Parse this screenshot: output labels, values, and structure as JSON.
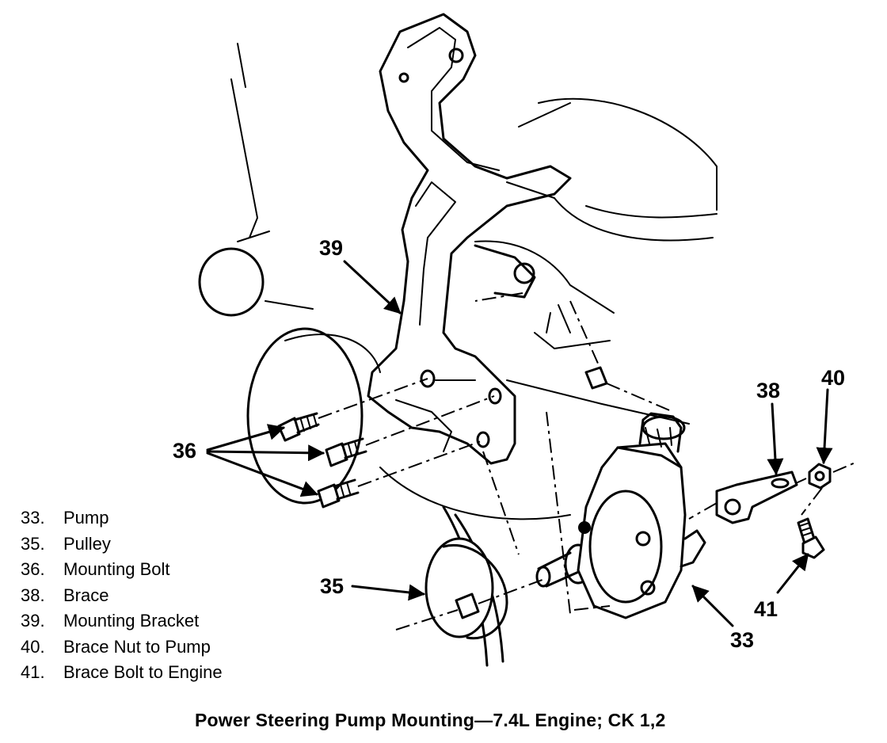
{
  "callouts": {
    "c39": "39",
    "c36": "36",
    "c35": "35",
    "c38": "38",
    "c40": "40",
    "c41": "41",
    "c33": "33"
  },
  "legend": [
    {
      "num": "33.",
      "label": "Pump"
    },
    {
      "num": "35.",
      "label": "Pulley"
    },
    {
      "num": "36.",
      "label": "Mounting Bolt"
    },
    {
      "num": "38.",
      "label": "Brace"
    },
    {
      "num": "39.",
      "label": "Mounting Bracket"
    },
    {
      "num": "40.",
      "label": "Brace Nut to Pump"
    },
    {
      "num": "41.",
      "label": "Brace Bolt to Engine"
    }
  ],
  "caption": "Power Steering Pump Mounting—7.4L Engine; CK 1,2"
}
